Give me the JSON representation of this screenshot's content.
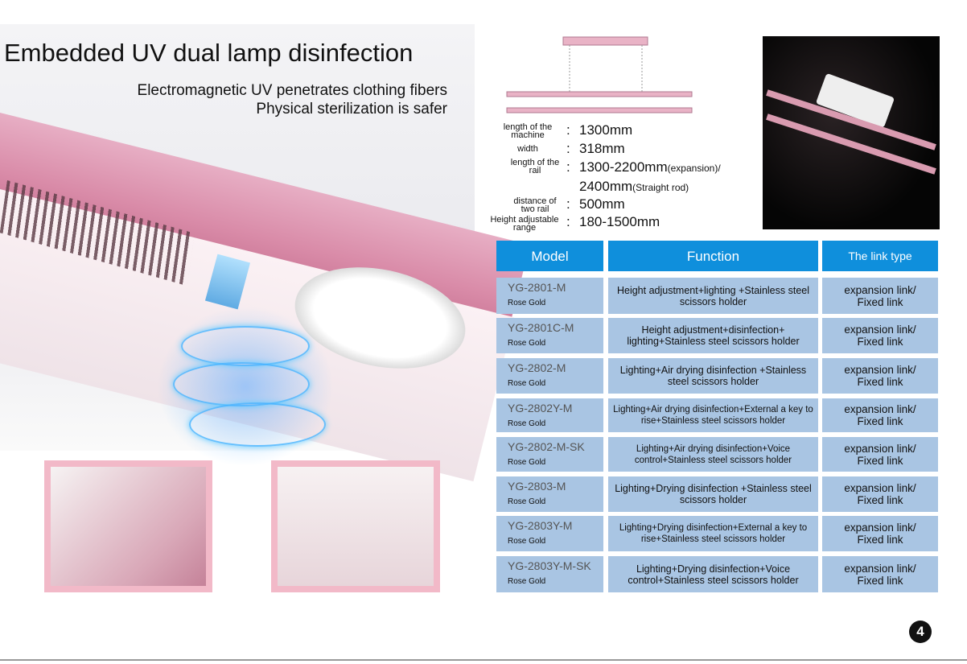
{
  "title": "Embedded UV dual lamp disinfection",
  "subtitle_lines": [
    "Electromagnetic UV penetrates clothing fibers",
    "Physical sterilization is safer"
  ],
  "specs": [
    {
      "label": "length of the machine",
      "value": "1300mm",
      "note": ""
    },
    {
      "label": "width",
      "value": "318mm",
      "note": ""
    },
    {
      "label": "length of the rail",
      "value": "1300-2200mm",
      "note": "(expansion)/"
    },
    {
      "label": "",
      "value": "2400mm",
      "note": "(Straight rod)"
    },
    {
      "label": "distance of two rail",
      "value": "500mm",
      "note": ""
    },
    {
      "label": "Height adjustable range",
      "value": "180-1500mm",
      "note": ""
    }
  ],
  "colon": ":",
  "table": {
    "headers": [
      "Model",
      "Function",
      "The link type"
    ],
    "rows": [
      {
        "model": "YG-2801-M",
        "color": "Rose Gold",
        "function": "Height adjustment+lighting +Stainless steel scissors holder",
        "link": "expansion link/ Fixed link"
      },
      {
        "model": "YG-2801C-M",
        "color": "Rose Gold",
        "function": "Height adjustment+disinfection+ lighting+Stainless steel scissors holder",
        "link": "expansion link/ Fixed link"
      },
      {
        "model": "YG-2802-M",
        "color": "Rose Gold",
        "function": "Lighting+Air drying disinfection +Stainless steel scissors holder",
        "link": "expansion link/ Fixed link"
      },
      {
        "model": "YG-2802Y-M",
        "color": "Rose Gold",
        "function": "Lighting+Air drying disinfection+External a key to rise+Stainless steel scissors holder",
        "link": "expansion link/ Fixed link"
      },
      {
        "model": "YG-2802-M-SK",
        "color": "Rose Gold",
        "function": "Lighting+Air drying disinfection+Voice control+Stainless steel scissors holder",
        "link": "expansion link/ Fixed link"
      },
      {
        "model": "YG-2803-M",
        "color": "Rose Gold",
        "function": "Lighting+Drying disinfection +Stainless steel scissors holder",
        "link": "expansion link/ Fixed link"
      },
      {
        "model": "YG-2803Y-M",
        "color": "Rose Gold",
        "function": "Lighting+Drying disinfection+External a key to rise+Stainless steel scissors holder",
        "link": "expansion link/ Fixed link"
      },
      {
        "model": "YG-2803Y-M-SK",
        "color": "Rose Gold",
        "function": "Lighting+Drying disinfection+Voice control+Stainless steel scissors holder",
        "link": "expansion link/ Fixed link"
      }
    ]
  },
  "page_number": "4",
  "colors": {
    "header": "#0f8fdc",
    "cell": "#a9c5e3",
    "pink": "#e7aec4"
  }
}
